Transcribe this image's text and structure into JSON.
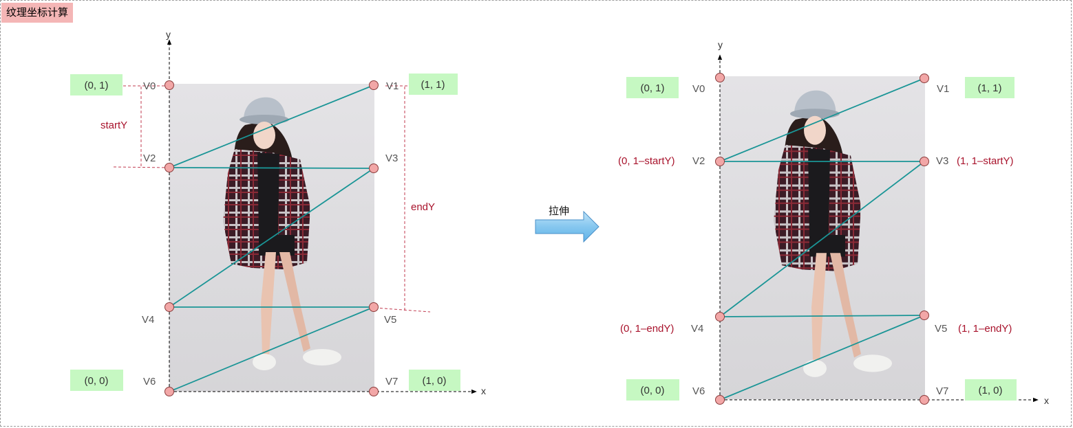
{
  "title": "纹理坐标计算",
  "arrow_label": "拉伸",
  "axes": {
    "x": "x",
    "y": "y"
  },
  "colors": {
    "title_bg": "#f4b6b6",
    "box_bg": "#c6f8c2",
    "vertex_fill": "#f2a7a7",
    "strip_line": "#1a9596",
    "guide_line": "#c0394e",
    "red_text": "#a8122b",
    "gray_text": "#555555",
    "arrow_fill": "#7fc2ee"
  },
  "left": {
    "vertices": [
      "V0",
      "V1",
      "V2",
      "V3",
      "V4",
      "V5",
      "V6",
      "V7"
    ],
    "corner_coords": {
      "top_left": "(0,  1)",
      "top_right": "(1,  1)",
      "bottom_left": "(0,  0)",
      "bottom_right": "(1,  0)"
    },
    "start_label": "startY",
    "end_label": "endY"
  },
  "right": {
    "vertices": [
      "V0",
      "V1",
      "V2",
      "V3",
      "V4",
      "V5",
      "V6",
      "V7"
    ],
    "corner_coords": {
      "top_left": "(0,  1)",
      "top_right": "(1,  1)",
      "bottom_left": "(0,  0)",
      "bottom_right": "(1,  0)"
    },
    "v2_coord": "(0,  1–startY)",
    "v3_coord": "(1,  1–startY)",
    "v4_coord": "(0,  1–endY)",
    "v5_coord": "(1,  1–endY)"
  }
}
